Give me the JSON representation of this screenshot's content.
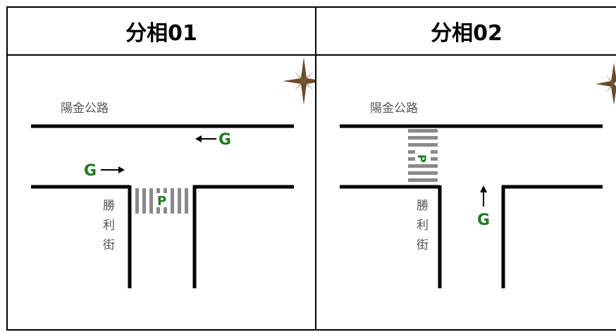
{
  "phases": [
    {
      "title": "分相01",
      "road_main": "陽金公路",
      "road_side": [
        "勝",
        "利",
        "街"
      ],
      "signals": {
        "g_westbound": "G",
        "g_eastbound": "G",
        "ped": "P"
      }
    },
    {
      "title": "分相02",
      "road_main": "陽金公路",
      "road_side": [
        "勝",
        "利",
        "街"
      ],
      "signals": {
        "g_northbound": "G",
        "ped": "P"
      }
    }
  ],
  "colors": {
    "signal_green": "#1f7a1f",
    "road": "#000000",
    "crosswalk": "#8a8a8a",
    "compass": "#6b4a2e"
  },
  "icons": {
    "compass": "compass-rose-icon",
    "arrow": "arrow-icon"
  }
}
